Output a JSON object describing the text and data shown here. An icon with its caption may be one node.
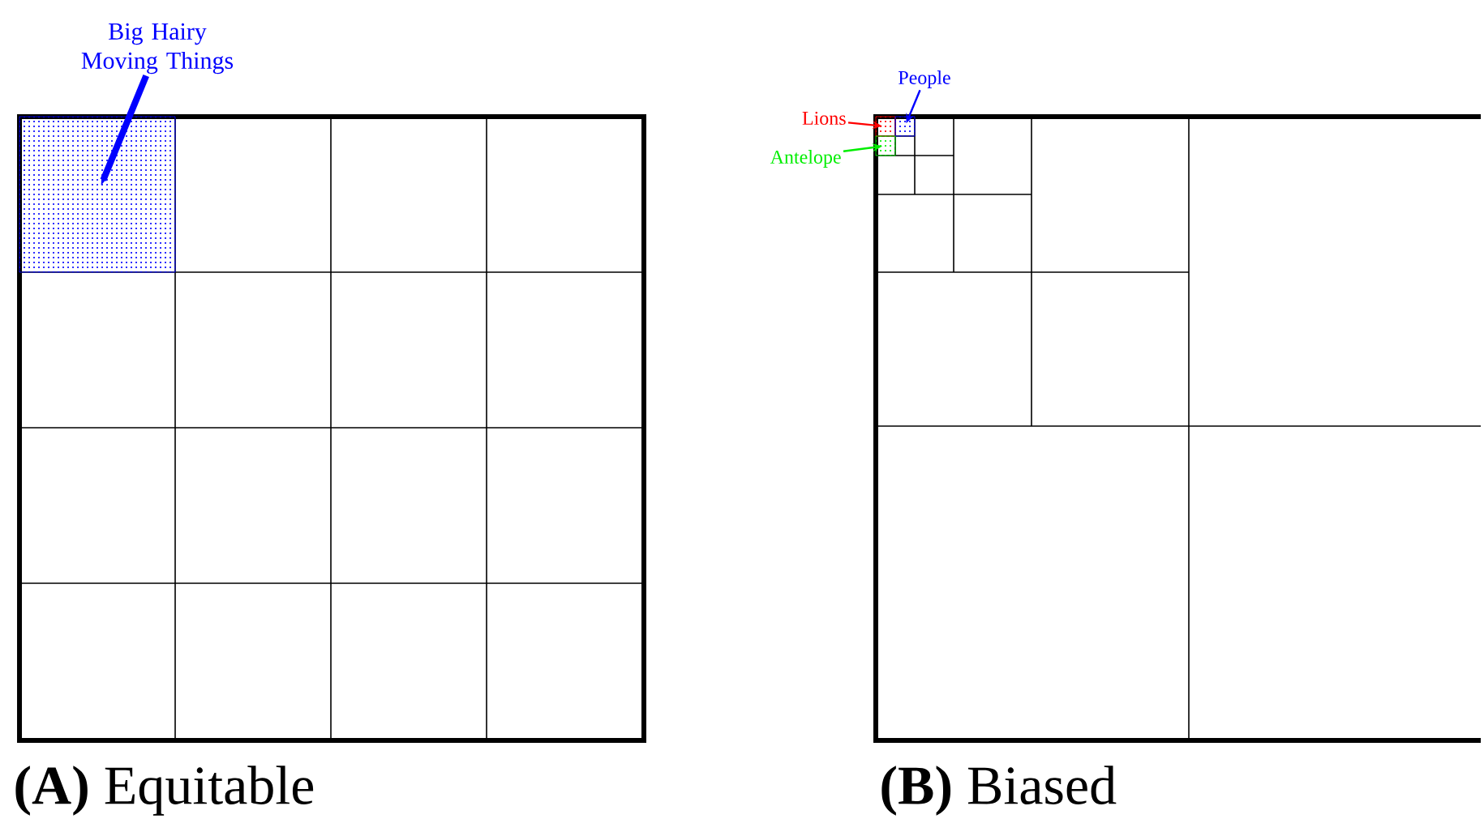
{
  "diagram": {
    "nodes": [
      {
        "text": [
          "Big Hairy Moving Things"
        ]
      },
      {
        "text": [],
        "shape": "box"
      },
      {
        "text": [
          "People"
        ]
      },
      {
        "text": [
          "Lions"
        ]
      },
      {
        "text": [
          "Antelope"
        ]
      },
      {
        "text": [],
        "shape": "box"
      },
      {
        "text": [],
        "shape": "box"
      },
      {
        "text": [],
        "shape": "box"
      }
    ],
    "edges": [
      {
        "from": 0,
        "to": 1,
        "arrow": "to",
        "style": "thick",
        "color": "#0000ff"
      },
      {
        "from": 2,
        "to": 6,
        "arrow": "to",
        "color": "#0000ff"
      },
      {
        "from": 3,
        "to": 5,
        "arrow": "to",
        "color": "#ff0000"
      },
      {
        "from": 4,
        "to": 7,
        "arrow": "to",
        "color": "#00ee00"
      }
    ],
    "labels": [
      "**(A)** Equitable",
      "**(B)** Biased"
    ]
  }
}
